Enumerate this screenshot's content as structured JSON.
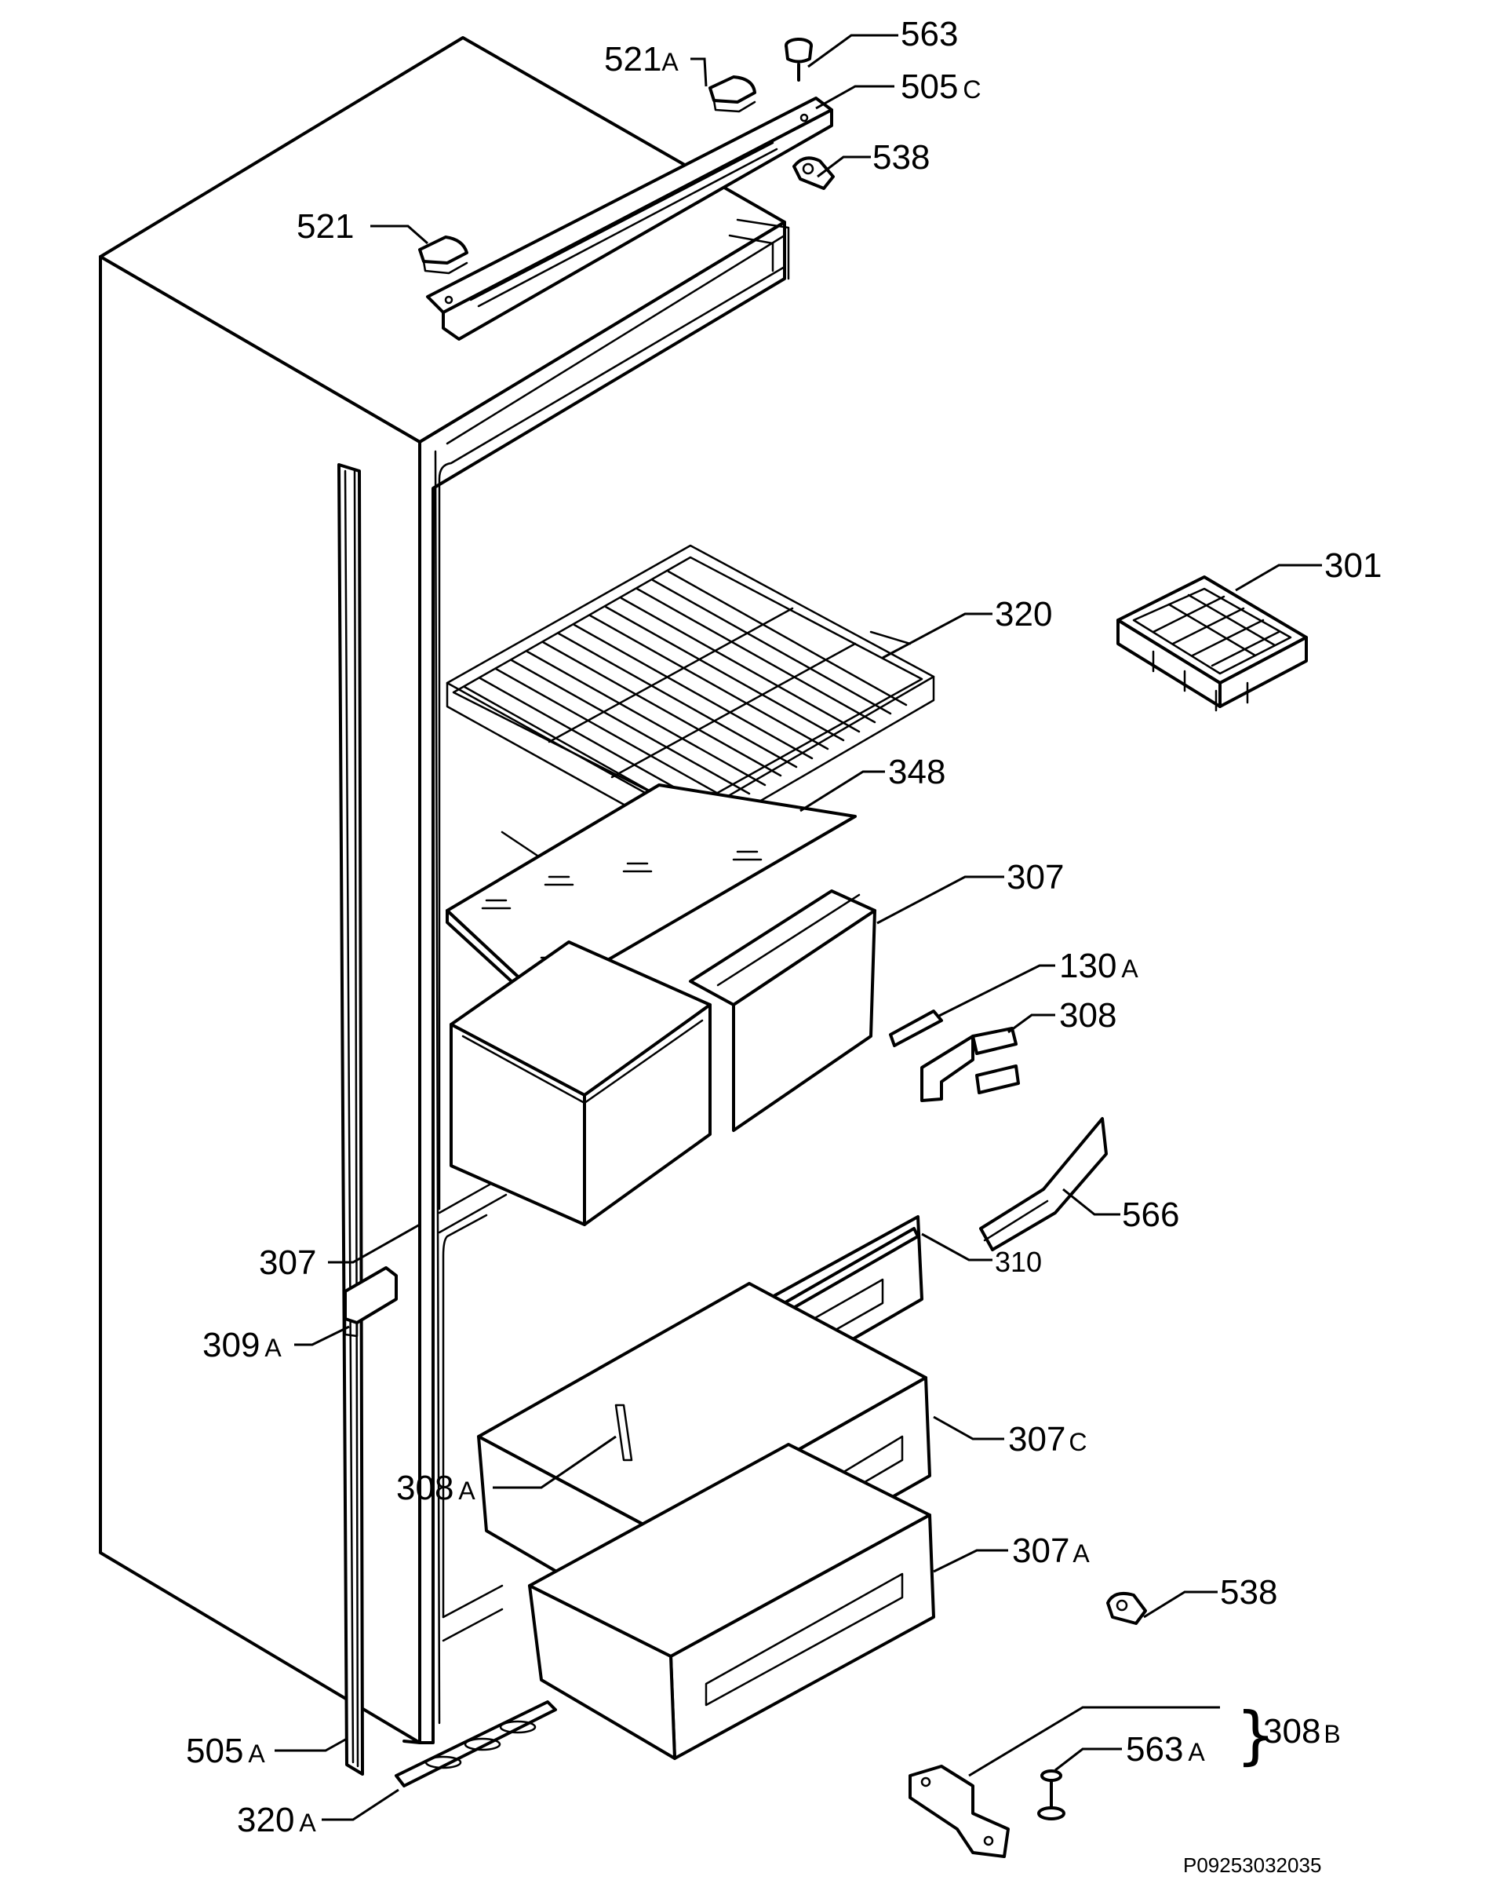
{
  "drawing_code": "P09253032035",
  "labels": {
    "p563_top": {
      "num": "563",
      "suffix": ""
    },
    "p521a": {
      "num": "521",
      "suffix": "A"
    },
    "p505c": {
      "num": "505",
      "suffix": "C"
    },
    "p538_top": {
      "num": "538",
      "suffix": ""
    },
    "p521": {
      "num": "521",
      "suffix": ""
    },
    "p301": {
      "num": "301",
      "suffix": ""
    },
    "p320": {
      "num": "320",
      "suffix": ""
    },
    "p348": {
      "num": "348",
      "suffix": ""
    },
    "p307_right": {
      "num": "307",
      "suffix": ""
    },
    "p130a": {
      "num": "130",
      "suffix": "A"
    },
    "p308": {
      "num": "308",
      "suffix": ""
    },
    "p566": {
      "num": "566",
      "suffix": ""
    },
    "p310": {
      "num": "310",
      "suffix": ""
    },
    "p307_left": {
      "num": "307",
      "suffix": ""
    },
    "p309a": {
      "num": "309",
      "suffix": "A"
    },
    "p307c": {
      "num": "307",
      "suffix": "C"
    },
    "p308a": {
      "num": "308",
      "suffix": "A"
    },
    "p307a": {
      "num": "307",
      "suffix": "A"
    },
    "p538_bottom": {
      "num": "538",
      "suffix": ""
    },
    "p563a": {
      "num": "563",
      "suffix": "A"
    },
    "p308b": {
      "num": "308",
      "suffix": "B"
    },
    "p505a": {
      "num": "505",
      "suffix": "A"
    },
    "p320a": {
      "num": "320",
      "suffix": "A"
    }
  }
}
